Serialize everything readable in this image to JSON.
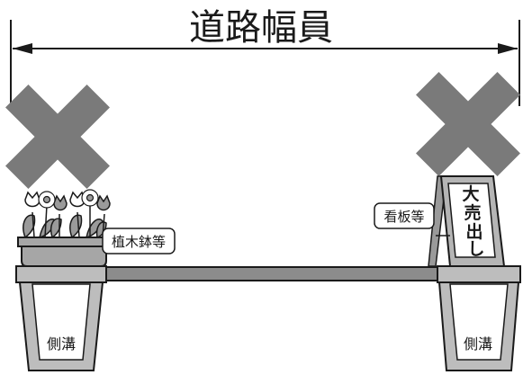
{
  "title": "道路幅員",
  "labels": {
    "planter": "植木鉢等",
    "signboard": "看板等",
    "gutter_left": "側溝",
    "gutter_right": "側溝",
    "sign_text_line1": "大",
    "sign_text_line2": "売",
    "sign_text_line3": "出",
    "sign_text_line4": "し"
  },
  "colors": {
    "cross": "#7a7a7a",
    "road": "#8c8c8c",
    "gutter_fill": "#bdbdbd",
    "pot": "#a6a6a6",
    "sign_frame": "#9a9a9a",
    "outline": "#1a1a1a"
  },
  "icons": {
    "prohibition": "cross-mark-icon",
    "plants": "tulip-flower-icon"
  }
}
